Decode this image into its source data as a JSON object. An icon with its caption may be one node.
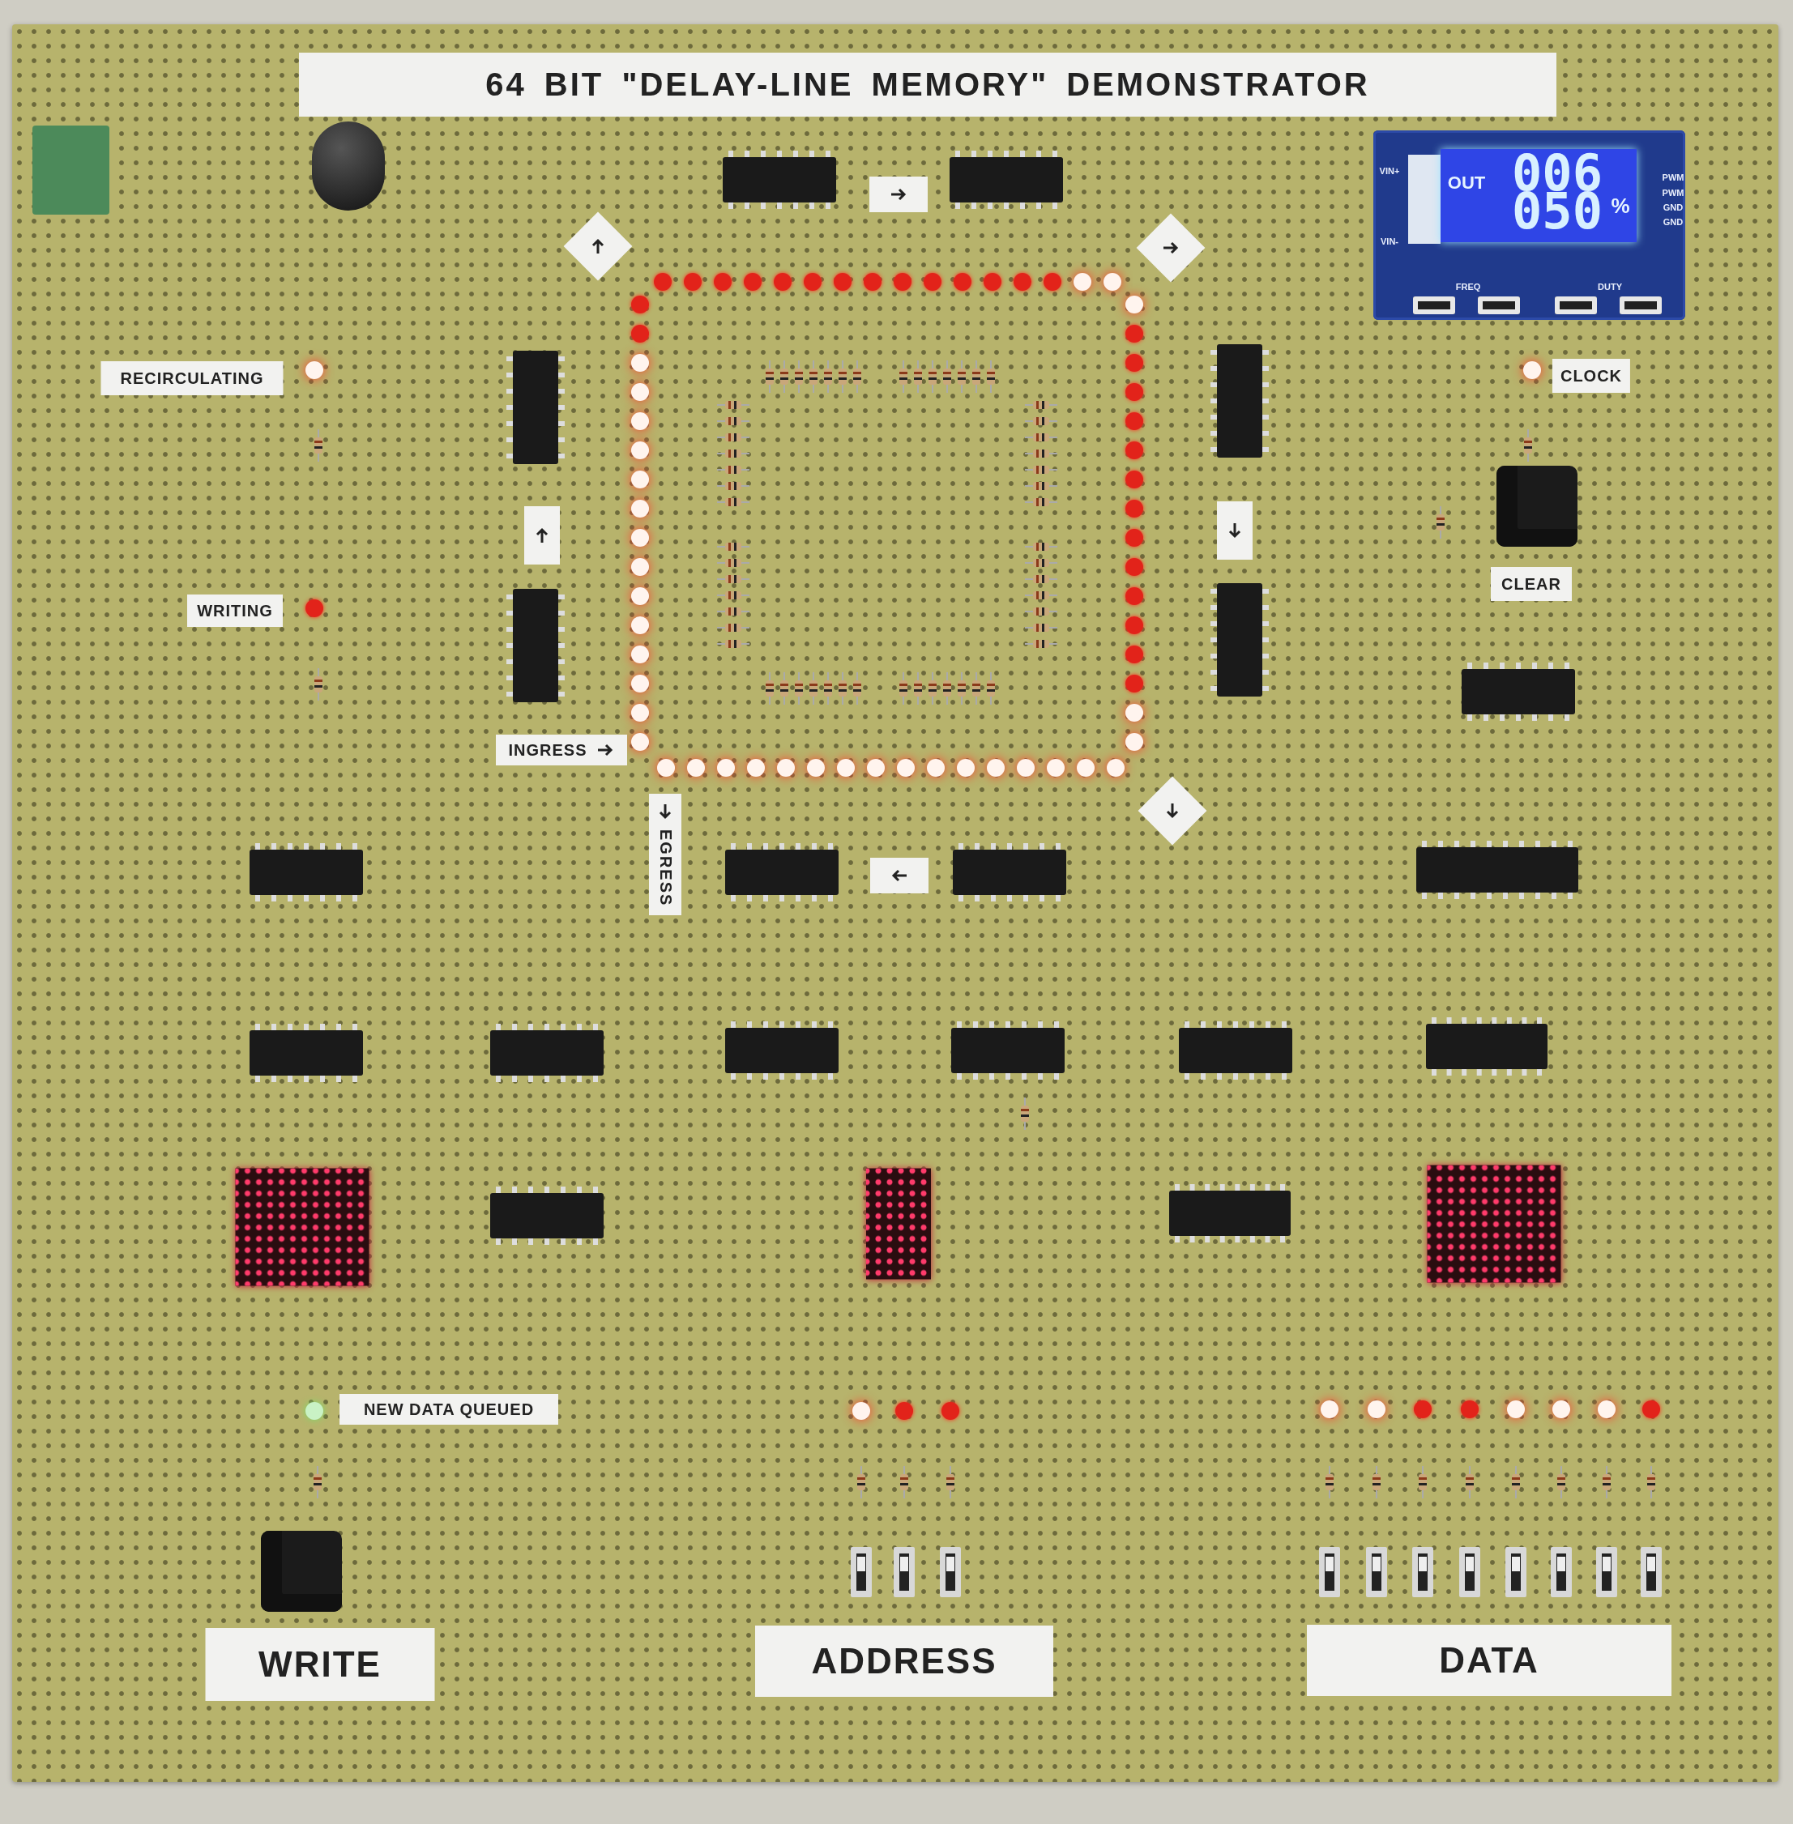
{
  "diagram": {
    "title": "64 BIT \"DELAY-LINE MEMORY\" DEMONSTRATOR",
    "labels": [
      "OUT",
      "006",
      "050",
      "%",
      "VIN+",
      "VIN-",
      "PWM",
      "PWM",
      "GND",
      "GND",
      "FREQ",
      "DUTY",
      "RECIRCULATING",
      "CLOCK",
      "CLEAR",
      "WRITING",
      "INGRESS",
      "EGRESS",
      "NEW DATA QUEUED",
      "WRITE",
      "ADDRESS",
      "DATA"
    ]
  }
}
